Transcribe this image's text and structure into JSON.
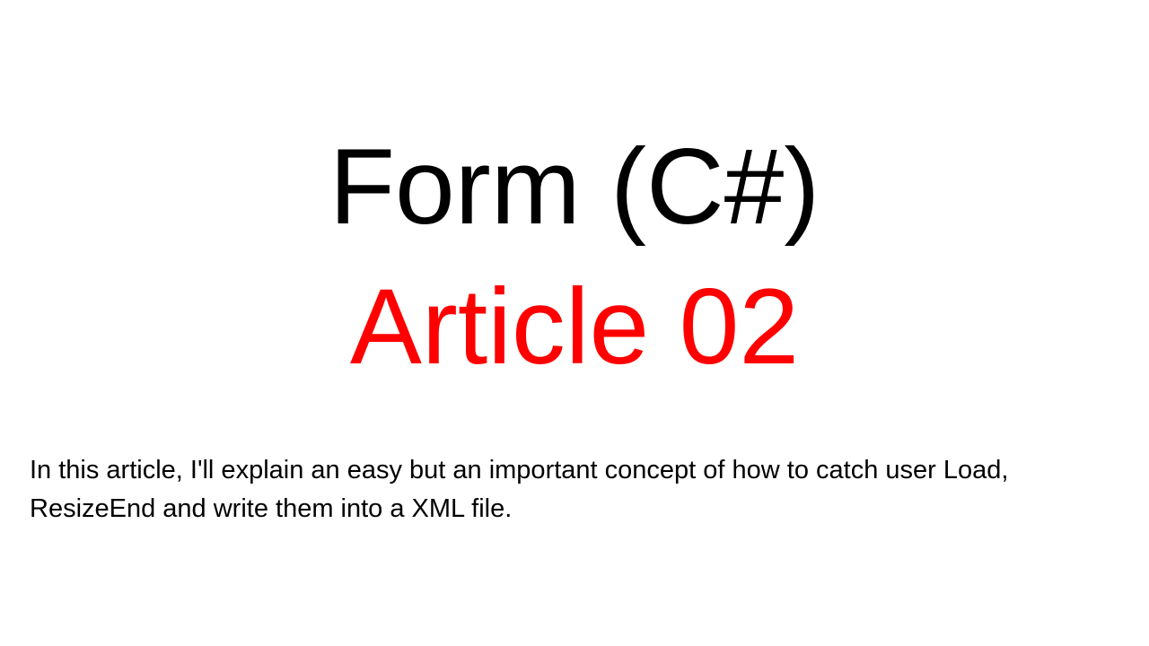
{
  "slide": {
    "title": "Form (C#)",
    "subtitle": "Article 02",
    "description": "In this article, I'll explain an easy but an important concept of how to catch user Load, ResizeEnd and write them into a XML file."
  },
  "colors": {
    "background": "#ffffff",
    "title": "#000000",
    "subtitle": "#ff0000",
    "body": "#000000"
  }
}
